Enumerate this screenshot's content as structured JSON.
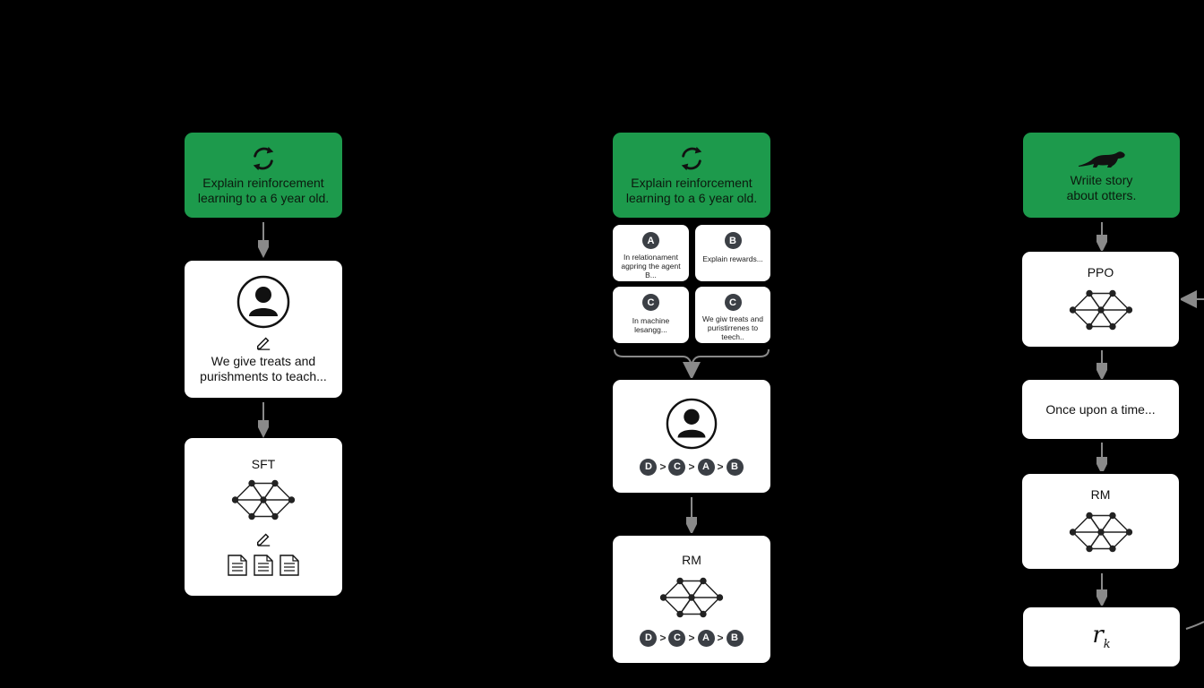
{
  "column1": {
    "prompt": {
      "line1": "Explain reinforcement",
      "line2": "learning to a 6 year old."
    },
    "demonstration": {
      "line1": "We give treats and",
      "line2": "purishments to teach..."
    },
    "model": {
      "title": "SFT"
    }
  },
  "column2": {
    "prompt": {
      "line1": "Explain reinforcement",
      "line2": "learning to a 6 year old."
    },
    "outputs": [
      {
        "label": "A",
        "text": "In relationament agpring the agent B..."
      },
      {
        "label": "B",
        "text": "Explain rewards..."
      },
      {
        "label": "C",
        "text": "In machine lesangg..."
      },
      {
        "label": "C",
        "text": "We giw treats and puristirrenes to teech.."
      }
    ],
    "ranking": [
      "D",
      "C",
      "A",
      "B"
    ],
    "rm": {
      "title": "RM",
      "ranking": [
        "D",
        "C",
        "A",
        "B"
      ]
    }
  },
  "column3": {
    "prompt": {
      "line1": "Wriite story",
      "line2": "about otters."
    },
    "ppo": {
      "title": "PPO"
    },
    "output": {
      "text": "Once upon a time..."
    },
    "rm": {
      "title": "RM"
    },
    "reward": {
      "symbol": "r",
      "subscript": "k"
    }
  },
  "colors": {
    "green": "#1d9a4c",
    "badge": "#3b3f45",
    "background": "#000000"
  },
  "icons": [
    "refresh-icon",
    "user-icon",
    "pencil-icon",
    "network-icon",
    "documents-icon",
    "otter-icon"
  ]
}
